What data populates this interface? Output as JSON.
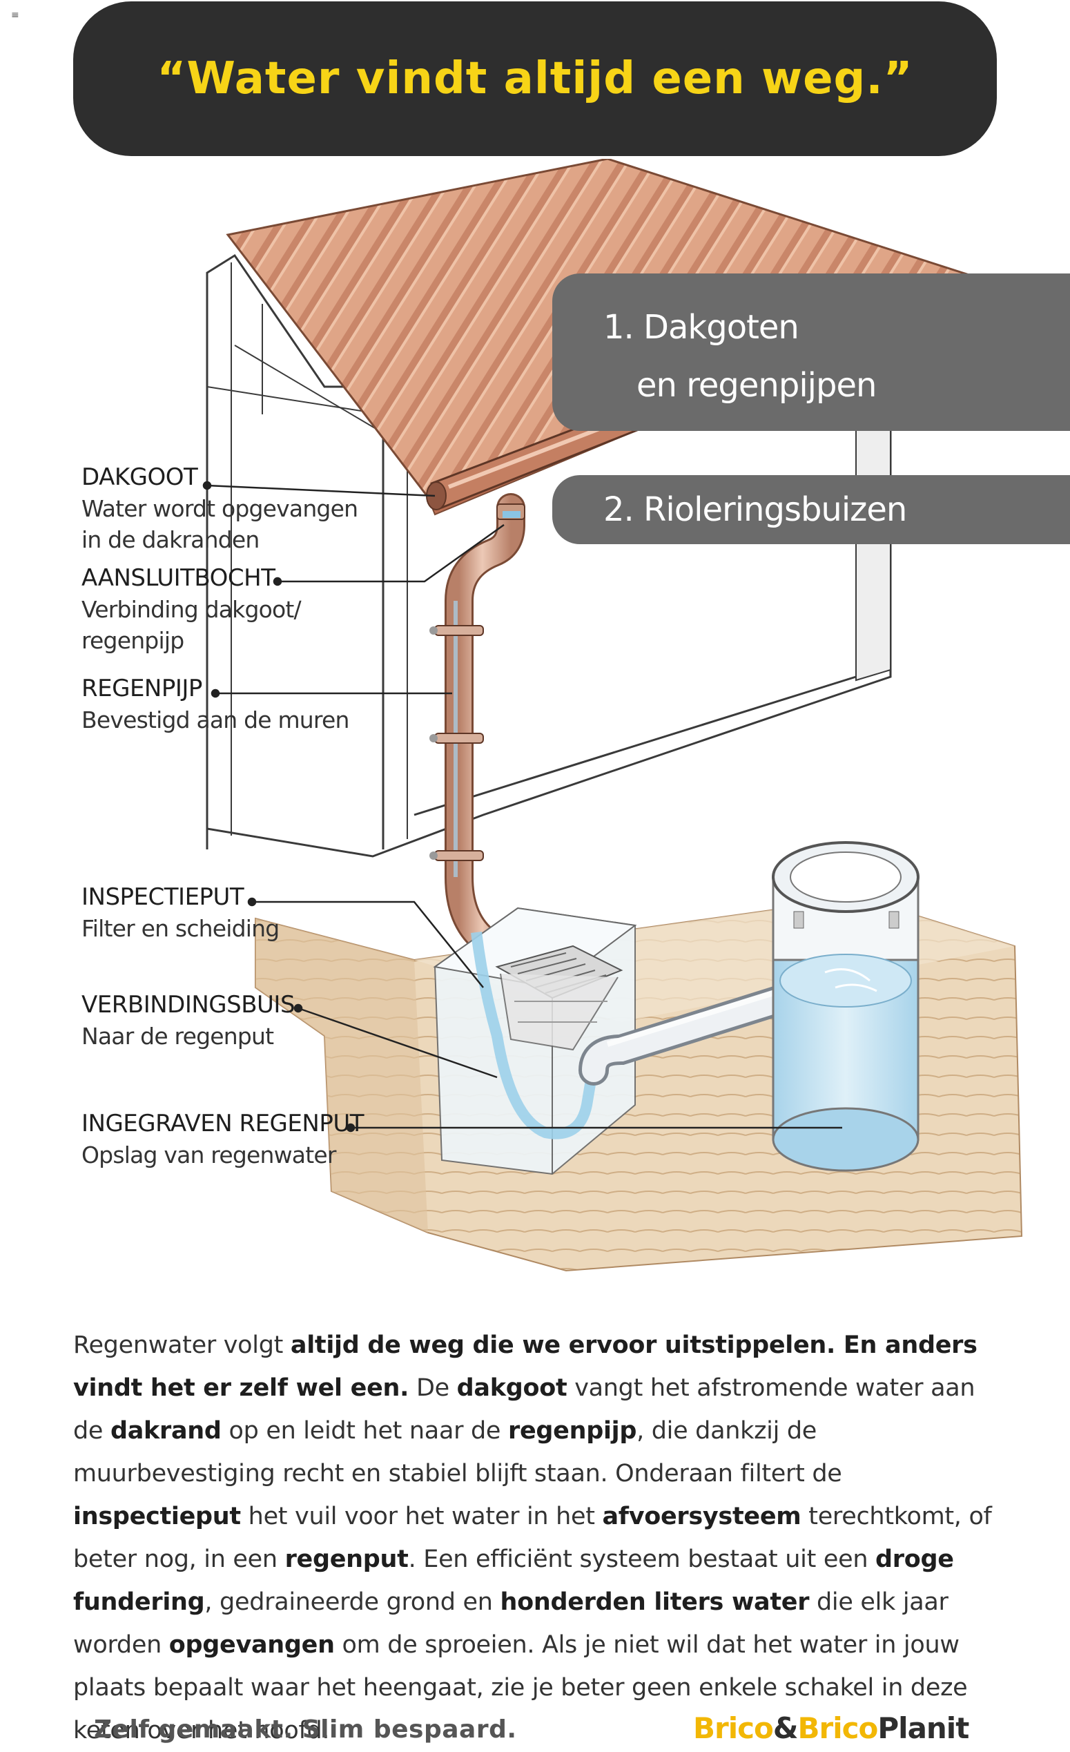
{
  "corner_mark": "≡",
  "title": "“Water vindt altijd een weg.”",
  "sections": [
    {
      "line1": "1. Dakgoten",
      "line2": "en regenpijpen"
    },
    {
      "line1": "2. Rioleringsbuizen"
    }
  ],
  "labels": [
    {
      "heading": "DAKGOOT",
      "desc": "Water wordt opgevangen\nin de dakranden"
    },
    {
      "heading": "AANSLUITBOCHT",
      "desc": "Verbinding dakgoot/\nregenpijp"
    },
    {
      "heading": "REGENPIJP",
      "desc": "Bevestigd aan de muren"
    },
    {
      "heading": "INSPECTIEPUT",
      "desc": "Filter en scheiding"
    },
    {
      "heading": "VERBINDINGSBUIS",
      "desc": "Naar de regenput"
    },
    {
      "heading": "INGEGRAVEN REGENPUT",
      "desc": "Opslag van regenwater"
    }
  ],
  "body_segments": [
    {
      "t": "Regenwater volgt ",
      "b": false
    },
    {
      "t": "altijd de weg die we ervoor uitstippelen. En anders vindt het er zelf wel een.",
      "b": true
    },
    {
      "t": " De ",
      "b": false
    },
    {
      "t": "dakgoot",
      "b": true
    },
    {
      "t": " vangt het afstromende water aan de ",
      "b": false
    },
    {
      "t": "dakrand",
      "b": true
    },
    {
      "t": " op en leidt het naar de ",
      "b": false
    },
    {
      "t": "regenpijp",
      "b": true
    },
    {
      "t": ", die dankzij de muurbevestiging recht en stabiel blijft staan. Onderaan filtert de ",
      "b": false
    },
    {
      "t": "inspectieput",
      "b": true
    },
    {
      "t": " het vuil voor het water in het ",
      "b": false
    },
    {
      "t": "afvoersysteem",
      "b": true
    },
    {
      "t": " terechtkomt, of beter nog, in een ",
      "b": false
    },
    {
      "t": "regenput",
      "b": true
    },
    {
      "t": ". Een efficiënt systeem bestaat uit een ",
      "b": false
    },
    {
      "t": "droge fundering",
      "b": true
    },
    {
      "t": ", gedraineerde grond en ",
      "b": false
    },
    {
      "t": "honderden liters water",
      "b": true
    },
    {
      "t": " die elk jaar worden ",
      "b": false
    },
    {
      "t": "opgevangen",
      "b": true
    },
    {
      "t": " om de sproeien. Als je niet wil dat het water in jouw plaats bepaalt waar het heengaat, zie je beter geen enkele schakel in deze keten over het hoofd.",
      "b": false
    }
  ],
  "slogan": "Zelf gemaakt. Slim bespaard.",
  "logo": {
    "part1": "Brico",
    "amp": "&",
    "part2": "Brico",
    "part3": "Planit"
  },
  "colors": {
    "banner": "#2e2e2e",
    "title": "#f7d417",
    "tab": "#6b6b6b",
    "roof": "#d99a7a",
    "pipe": "#c89a82",
    "water": "#bcdff0",
    "soil": "#e8d2b2"
  }
}
